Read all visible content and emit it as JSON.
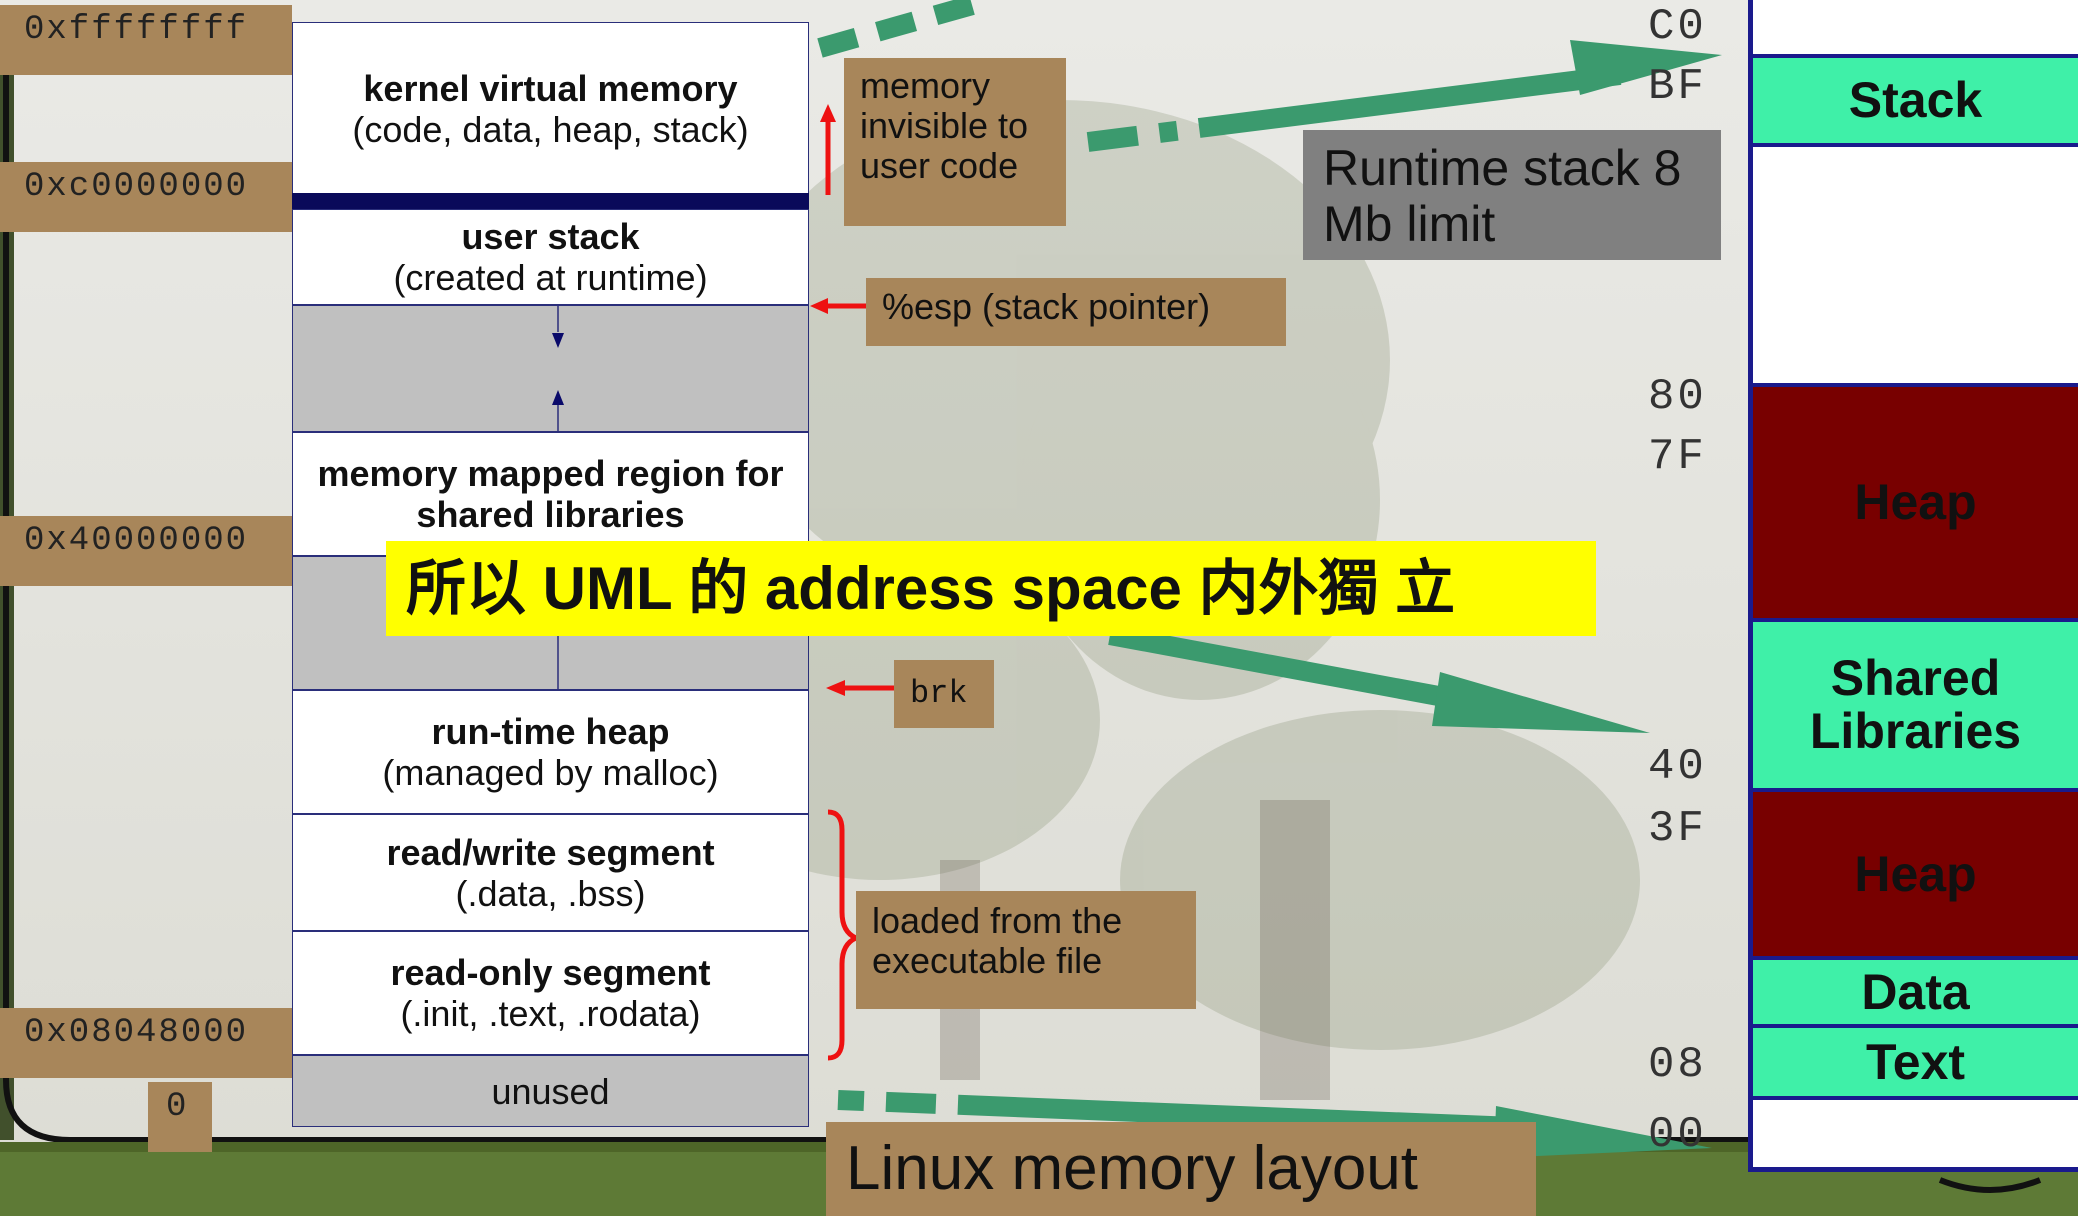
{
  "addresses": {
    "a_ffffffff": "0xffffffff",
    "a_c0000000": "0xc0000000",
    "a_40000000": "0x40000000",
    "a_08048000": "0x08048000",
    "a_zero": "0"
  },
  "segments": {
    "kernel_title": "kernel virtual memory",
    "kernel_sub": "(code, data, heap, stack)",
    "stack_title": "user stack",
    "stack_sub": "(created at runtime)",
    "mmap_title": "memory mapped region for shared libraries",
    "heap_title": "run-time heap",
    "heap_sub": "(managed by malloc)",
    "rw_title": "read/write segment",
    "rw_sub": "(.data, .bss)",
    "ro_title": "read-only segment",
    "ro_sub": "(.init, .text, .rodata)",
    "unused": "unused"
  },
  "notes": {
    "invisible": "memory invisible to user code",
    "esp": "%esp (stack pointer)",
    "brk": "brk",
    "loaded": "loaded from the executable file",
    "runtime_stack": "Runtime stack 8 Mb limit",
    "bottom_title": "Linux memory layout",
    "banner": "所以 UML 的 address space 内外獨 立"
  },
  "hex_labels": {
    "c0": "C0",
    "bf": "BF",
    "h80": "80",
    "h7f": "7F",
    "h40": "40",
    "h3f": "3F",
    "h08": "08",
    "h00": "00"
  },
  "blocks": {
    "stack": "Stack",
    "heap1": "Heap",
    "shared": "Shared Libraries",
    "heap2": "Heap",
    "data": "Data",
    "text": "Text"
  },
  "colors": {
    "label_bg": "#a8865a",
    "banner_bg": "#ffff00",
    "green_block": "#3ff0a8",
    "dark_red_block": "#780000",
    "arrow_green": "#3b9a6e",
    "pointer_red": "#ee1111",
    "gray_box": "#808080"
  }
}
